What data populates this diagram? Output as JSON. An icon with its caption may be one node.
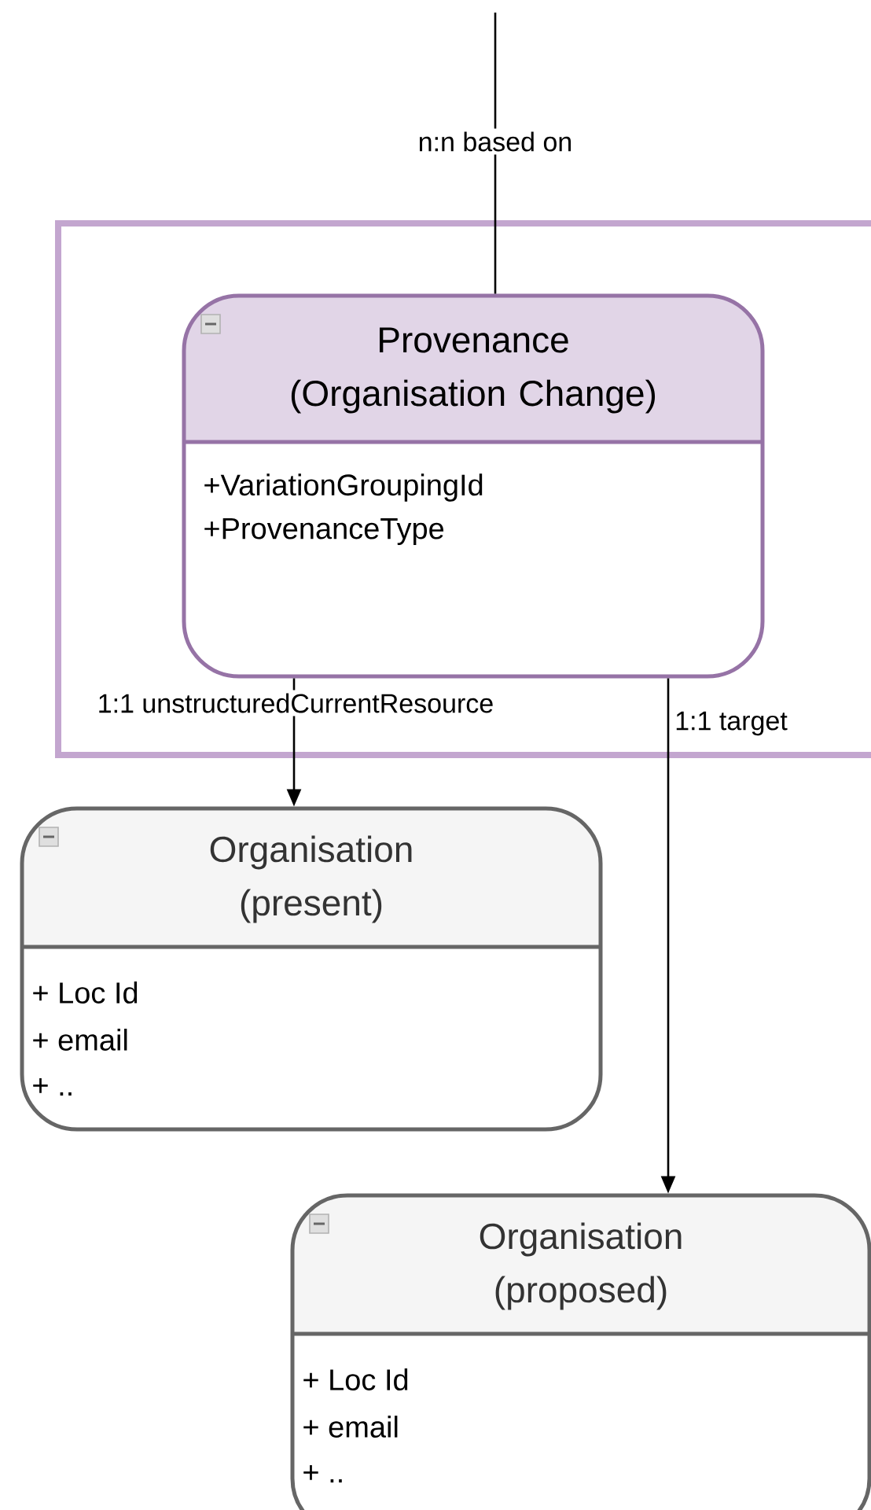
{
  "diagram": {
    "nodes": [
      {
        "text": [],
        "shape": "box"
      },
      {
        "text": [
          "Provenance (Organisation Change)",
          "+VariationGroupingId",
          "+ProvenanceType"
        ],
        "in": 0
      },
      {
        "text": [
          "Organisation (present)",
          "+ Loc Id",
          "+ email",
          "+ .."
        ]
      },
      {
        "text": [
          "Organisation (proposed)",
          "+ Loc Id",
          "+ email",
          "+ .."
        ]
      }
    ],
    "edges": [
      {
        "from": null,
        "to": 1,
        "arrow": "none",
        "label": "n:n based on"
      },
      {
        "from": 1,
        "to": 2,
        "arrow": "to",
        "label": "1:1 unstructuredCurrentResource"
      },
      {
        "from": 1,
        "to": 3,
        "arrow": "to",
        "label": "1:1 target"
      }
    ]
  }
}
